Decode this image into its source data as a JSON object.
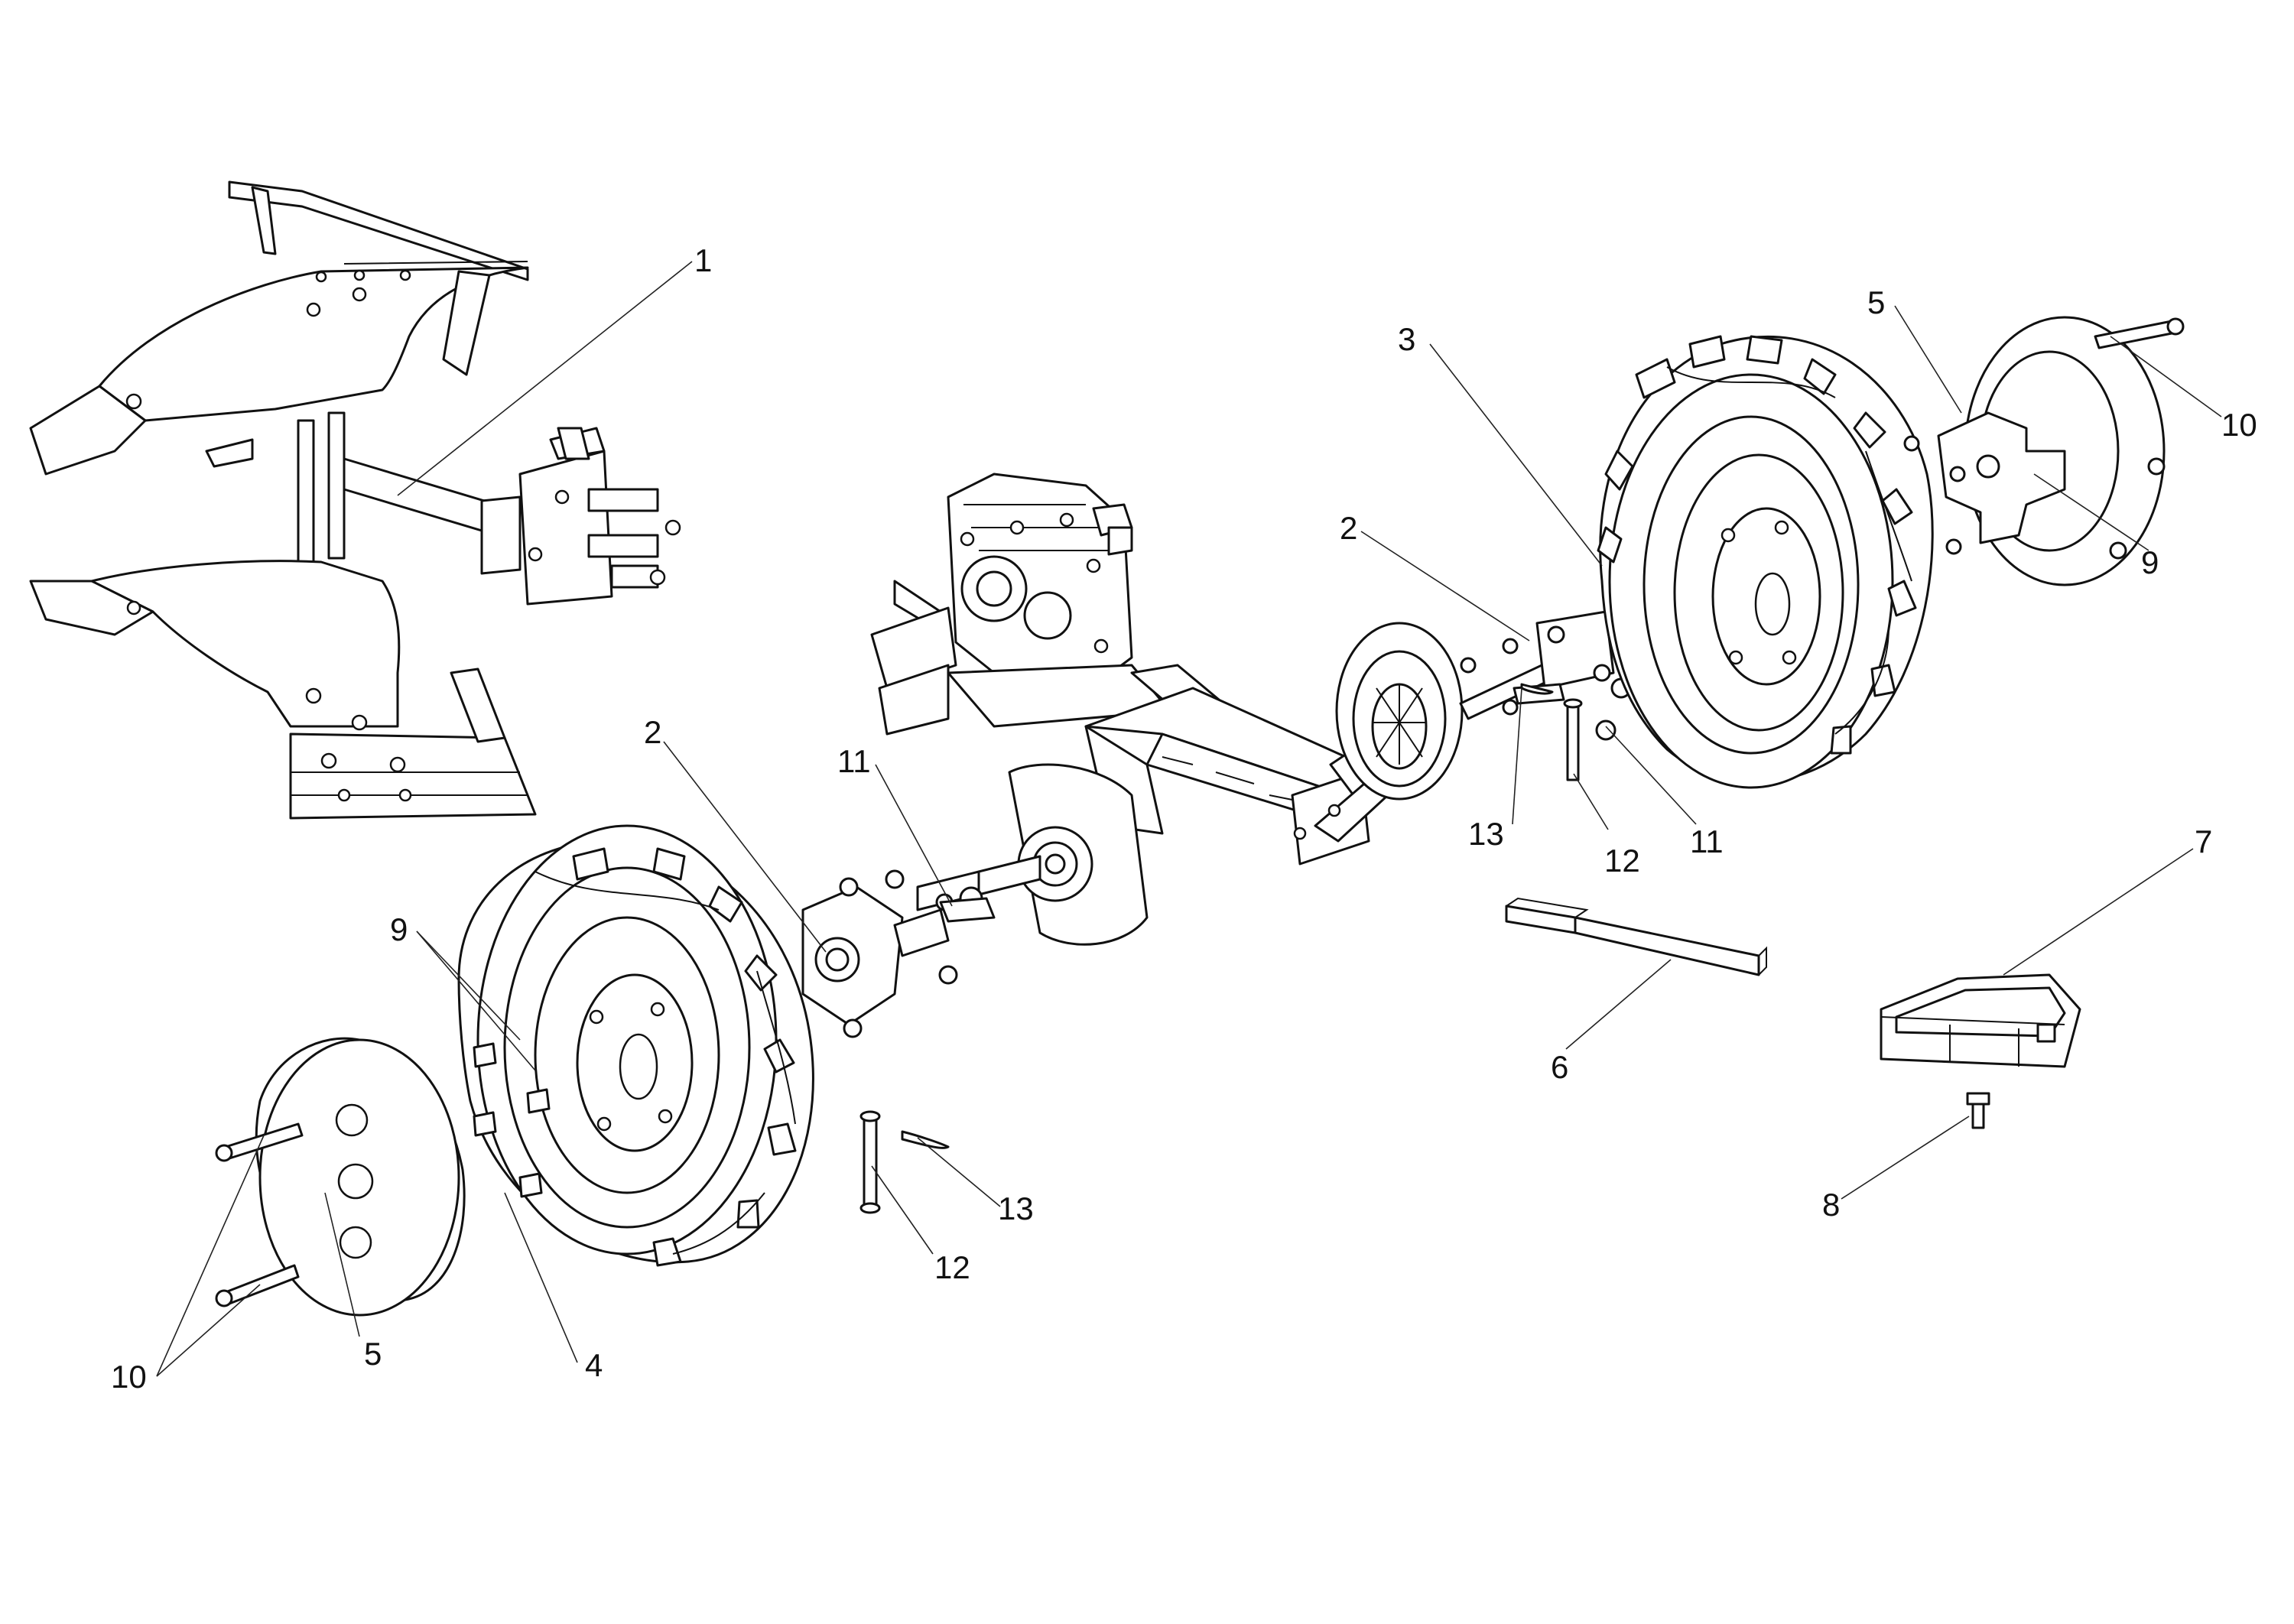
{
  "callouts": {
    "c1": "1",
    "c2a": "2",
    "c2b": "2",
    "c3": "3",
    "c4": "4",
    "c5a": "5",
    "c5b": "5",
    "c6": "6",
    "c7": "7",
    "c8": "8",
    "c9a": "9",
    "c9b": "9",
    "c10a": "10",
    "c10b": "10",
    "c11a": "11",
    "c11b": "11",
    "c12a": "12",
    "c12b": "12",
    "c13a": "13",
    "c13b": "13"
  },
  "colors": {
    "line": "#111111",
    "background": "#ffffff"
  }
}
